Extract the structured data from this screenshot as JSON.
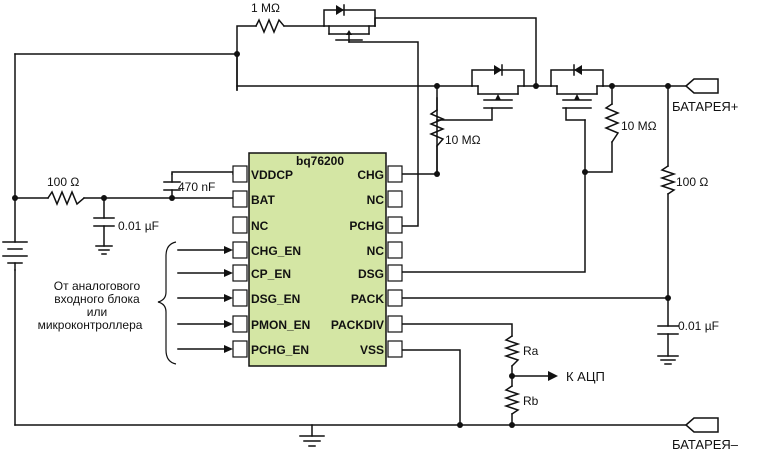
{
  "colors": {
    "chip_fill": "#d4e6a4",
    "wire": "#111111",
    "background": "#ffffff"
  },
  "chip": {
    "name": "bq76200",
    "left_pins": [
      "VDDCP",
      "BAT",
      "NC",
      "CHG_EN",
      "CP_EN",
      "DSG_EN",
      "PMON_EN",
      "PCHG_EN"
    ],
    "right_pins": [
      "CHG",
      "NC",
      "PCHG",
      "NC",
      "DSG",
      "PACK",
      "PACKDIV",
      "VSS"
    ]
  },
  "components": {
    "r_top": "1 MΩ",
    "r_chg_gate": "10 MΩ",
    "r_dsg_gate": "10 MΩ",
    "r_bat": "100 Ω",
    "c_bat": "0.01 µF",
    "c_vddcp": "470 nF",
    "r_pack": "100 Ω",
    "c_pack": "0.01 µF",
    "ra": "Ra",
    "rb": "Rb"
  },
  "labels": {
    "battery_plus": "БАТАРЕЯ+",
    "battery_minus": "БАТАРЕЯ–",
    "adc": "К АЦП",
    "source_lines": [
      "От аналогового",
      "входного блока",
      "или",
      "микроконтроллера"
    ]
  }
}
